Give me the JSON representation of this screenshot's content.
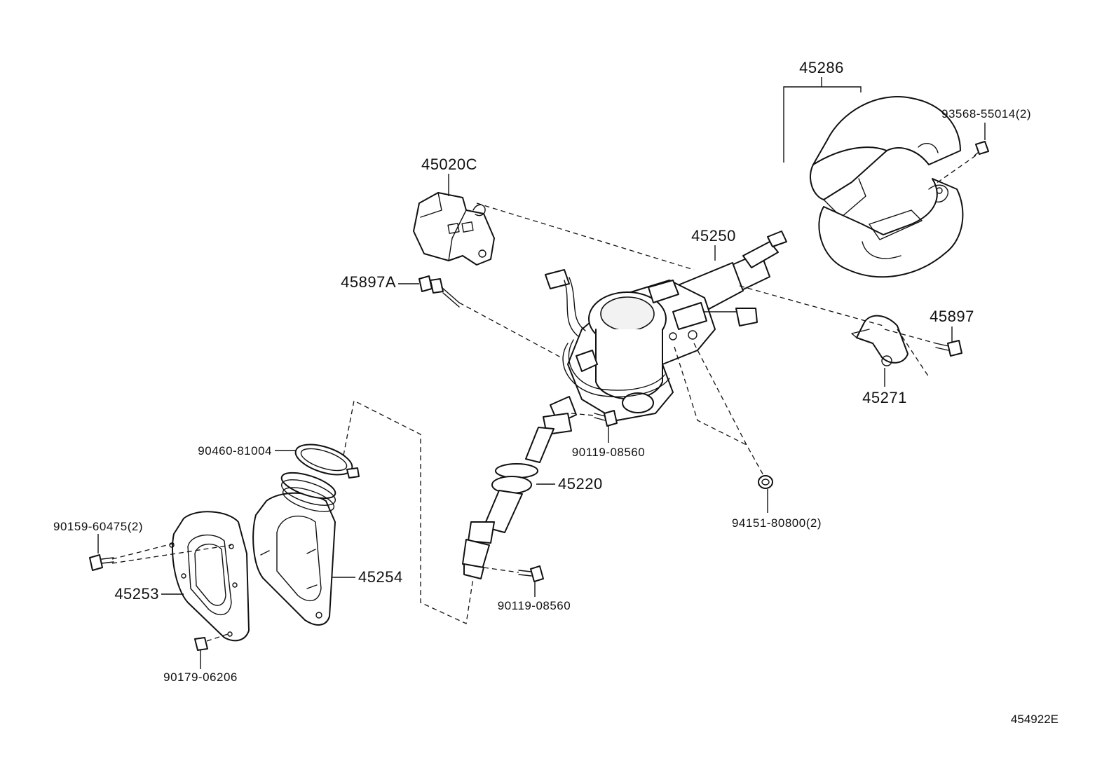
{
  "diagram": {
    "figure_number": "454922E",
    "parts": {
      "p45286": "45286",
      "p93568": "93568-55014(2)",
      "p45020C": "45020C",
      "p45250": "45250",
      "p45897A": "45897A",
      "p45897": "45897",
      "p45271": "45271",
      "p90460": "90460-81004",
      "p90119a": "90119-08560",
      "p45220": "45220",
      "p94151": "94151-80800(2)",
      "p90159": "90159-60475(2)",
      "p45254": "45254",
      "p45253": "45253",
      "p90119b": "90119-08560",
      "p90179": "90179-06206"
    }
  }
}
